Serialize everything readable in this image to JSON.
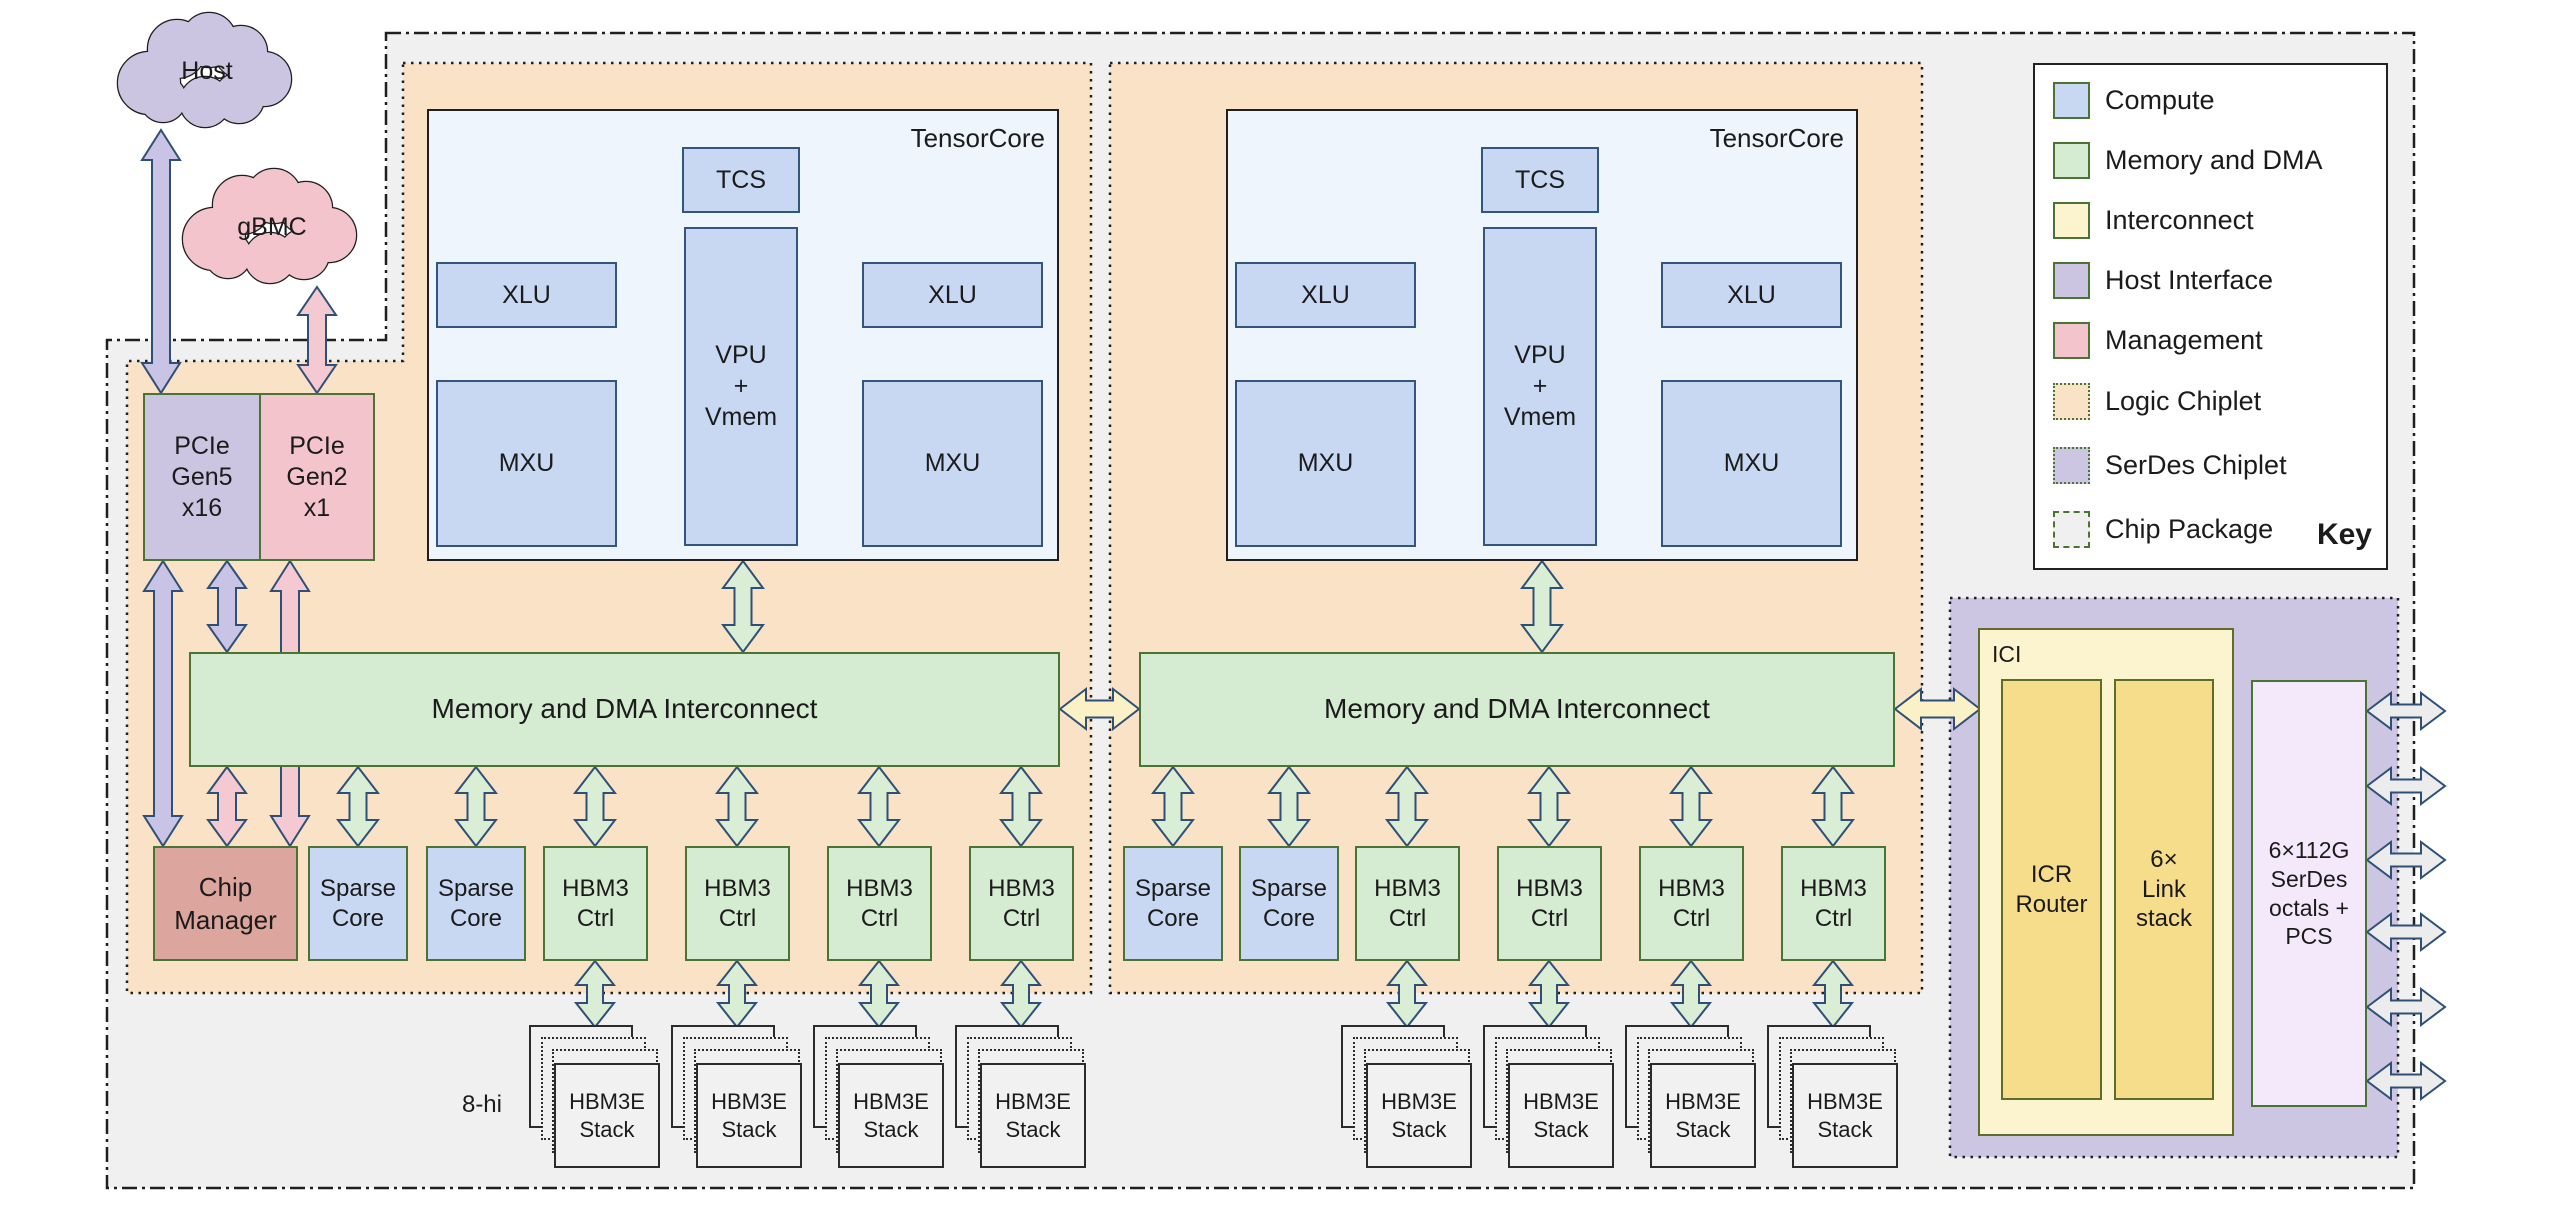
{
  "palette": {
    "canvas": "#ffffff",
    "package_fill": "#f0f0f1",
    "package_stroke": "#1f1f1f",
    "chiplet_fill": "#fae2c6",
    "chiplet_stroke": "#1f1f1f",
    "serdes_chiplet_fill": "#cdc6e3",
    "tensorcore_fill": "#eef5fd",
    "tensorcore_stroke": "#1f1f1f",
    "blue_fill": "#c8d8f2",
    "navy_stroke": "#33567e",
    "green_stroke": "#4a7434",
    "green_fill": "#d6ecd2",
    "purple_fill": "#ccc5e2",
    "pink_fill": "#f4c4cc",
    "chip_manager_fill": "#dca69f",
    "ici_fill": "#fcf3cf",
    "ici_inner_fill": "#f6dd8c",
    "ici_stroke": "#5f6d2a",
    "serdes_box_fill": "#f3e9fb",
    "stack_fill": "#f0f0f1",
    "stack_front_fill": "#f1f1f2",
    "stack_stroke": "#2b2b2b",
    "key_box_fill": "#ffffff",
    "key_box_stroke": "#222222",
    "arrow_stroke": "#2e5077",
    "arrow_purple": "#c9c3e5",
    "arrow_pink": "#f5c9d1",
    "arrow_green": "#d9eed5",
    "arrow_yellow": "#fbf1c6",
    "arrow_gray": "#ececec",
    "arrow_blue": "#c8d8f2",
    "text": "#1b1b1b"
  },
  "labels": {
    "host": "Host",
    "gbmc": "gBMC",
    "pcie_gen5": "PCIe\nGen5\nx16",
    "pcie_gen2": "PCIe\nGen2\nx1",
    "tensorcore": "TensorCore",
    "tcs": "TCS",
    "vpu": "VPU\n+\nVmem",
    "xlu": "XLU",
    "mxu": "MXU",
    "interconnect": "Memory and DMA Interconnect",
    "chip_manager": "Chip\nManager",
    "sparse_core": "Sparse\nCore",
    "hbm_ctrl": "HBM3\nCtrl",
    "hbm_stack": "HBM3E\nStack",
    "eight_hi": "8-hi",
    "ici": "ICI",
    "icr_router": "ICR\nRouter",
    "link_stack": "6×\nLink\nstack",
    "serdes": "6×112G\nSerDes\noctals +\nPCS"
  },
  "key": {
    "title": "Key",
    "items": [
      {
        "label": "Compute",
        "swatch": "compute"
      },
      {
        "label": "Memory and DMA",
        "swatch": "memory"
      },
      {
        "label": "Interconnect",
        "swatch": "interconnect"
      },
      {
        "label": "Host Interface",
        "swatch": "host"
      },
      {
        "label": "Management",
        "swatch": "management"
      },
      {
        "label": "Logic Chiplet",
        "swatch": "logic_chiplet"
      },
      {
        "label": "SerDes Chiplet",
        "swatch": "serdes_chiplet"
      },
      {
        "label": "Chip Package",
        "swatch": "chip_package"
      }
    ]
  },
  "connections": [
    {
      "id": "host-pcie5",
      "color": "purple"
    },
    {
      "id": "gbmc-pcie2",
      "color": "pink"
    },
    {
      "id": "pcie5-ic1",
      "color": "purple"
    },
    {
      "id": "pcie5-cm",
      "color": "purple"
    },
    {
      "id": "pcie2-cm",
      "color": "pink"
    },
    {
      "id": "ic1-cm",
      "color": "pink"
    },
    {
      "id": "tc1-ic1",
      "color": "green"
    },
    {
      "id": "tc2-ic2",
      "color": "green"
    },
    {
      "id": "ic1-sparse1",
      "color": "green"
    },
    {
      "id": "ic1-sparse2",
      "color": "green"
    },
    {
      "id": "ic1-hbm1",
      "color": "green"
    },
    {
      "id": "ic1-hbm2",
      "color": "green"
    },
    {
      "id": "ic1-hbm3",
      "color": "green"
    },
    {
      "id": "ic1-hbm4",
      "color": "green"
    },
    {
      "id": "ic2-sparse1",
      "color": "green"
    },
    {
      "id": "ic2-sparse2",
      "color": "green"
    },
    {
      "id": "ic2-hbm1",
      "color": "green"
    },
    {
      "id": "ic2-hbm2",
      "color": "green"
    },
    {
      "id": "ic2-hbm3",
      "color": "green"
    },
    {
      "id": "ic2-hbm4",
      "color": "green"
    },
    {
      "id": "hbm1-stack1",
      "color": "green"
    },
    {
      "id": "hbm2-stack2",
      "color": "green"
    },
    {
      "id": "hbm3-stack3",
      "color": "green"
    },
    {
      "id": "hbm4-stack4",
      "color": "green"
    },
    {
      "id": "hbm5-stack5",
      "color": "green"
    },
    {
      "id": "hbm6-stack6",
      "color": "green"
    },
    {
      "id": "hbm7-stack7",
      "color": "green"
    },
    {
      "id": "hbm8-stack8",
      "color": "green"
    },
    {
      "id": "ic1-ic2",
      "color": "yellow"
    },
    {
      "id": "ic2-ici",
      "color": "yellow"
    },
    {
      "id": "serdes-link1",
      "color": "gray"
    },
    {
      "id": "serdes-link2",
      "color": "gray"
    },
    {
      "id": "serdes-link3",
      "color": "gray"
    },
    {
      "id": "serdes-link4",
      "color": "gray"
    },
    {
      "id": "serdes-link5",
      "color": "gray"
    },
    {
      "id": "serdes-link6",
      "color": "gray"
    },
    {
      "id": "tc1-xlu-left",
      "color": "blue"
    },
    {
      "id": "tc1-xlu-right",
      "color": "blue"
    },
    {
      "id": "tc1-mxu-left",
      "color": "blue"
    },
    {
      "id": "tc1-mxu-right",
      "color": "blue"
    },
    {
      "id": "tc2-xlu-left",
      "color": "blue"
    },
    {
      "id": "tc2-xlu-right",
      "color": "blue"
    },
    {
      "id": "tc2-mxu-left",
      "color": "blue"
    },
    {
      "id": "tc2-mxu-right",
      "color": "blue"
    }
  ]
}
